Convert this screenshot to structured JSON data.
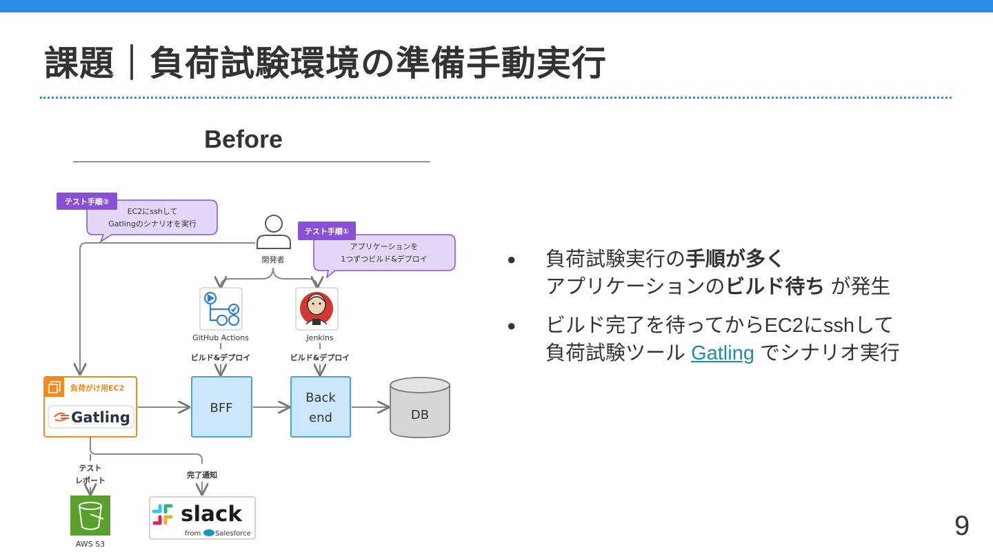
{
  "slide": {
    "title": "課題｜負荷試験環境の準備手動実行",
    "page_number": "9",
    "section_heading": "Before"
  },
  "diagram": {
    "step2_badge": "テスト手順②",
    "step2_bubble_line1": "EC2にsshして",
    "step2_bubble_line2": "Gatlingのシナリオを実行",
    "step1_badge": "テスト手順①",
    "step1_bubble_line1": "アプリケーションを",
    "step1_bubble_line2": "1つずつビルド&デプロイ",
    "developer_label": "開発者",
    "github_label": "GitHub Actions",
    "jenkins_label": "Jenkins",
    "github_deploy_label": "ビルド&デプロイ",
    "jenkins_deploy_label": "ビルド&デプロイ",
    "ec2_label": "負荷がけ用EC2",
    "gatling_logo_text": "Gatling",
    "bff_label": "BFF",
    "backend_line1": "Back",
    "backend_line2": "end",
    "db_label": "DB",
    "report_line1": "テスト",
    "report_line2": "レポート",
    "complete_notice_label": "完了通知",
    "s3_label": "AWS S3",
    "slack_logo_text": "slack",
    "slack_from_text": "from",
    "slack_salesforce_text": "Salesforce"
  },
  "bullets": [
    {
      "pre": "負荷試験実行の",
      "bold1": "手順が多く",
      "line2_pre": "アプリケーションの",
      "bold2": "ビルド待ち",
      "line2_post": " が発生"
    },
    {
      "line1": "ビルド完了を待ってからEC2にsshして",
      "line2_pre": "負荷試験ツール ",
      "link": "Gatling",
      "line2_post": " でシナリオ実行"
    }
  ],
  "colors": {
    "accent_blue": "#2a8fe6",
    "badge_purple": "#8a4fd8",
    "bubble_fill": "#e4d6f7",
    "service_box_fill": "#cce6fa",
    "ec2_orange": "#f08a1c",
    "s3_green": "#5aa02c",
    "link_teal": "#1a8fa8"
  }
}
